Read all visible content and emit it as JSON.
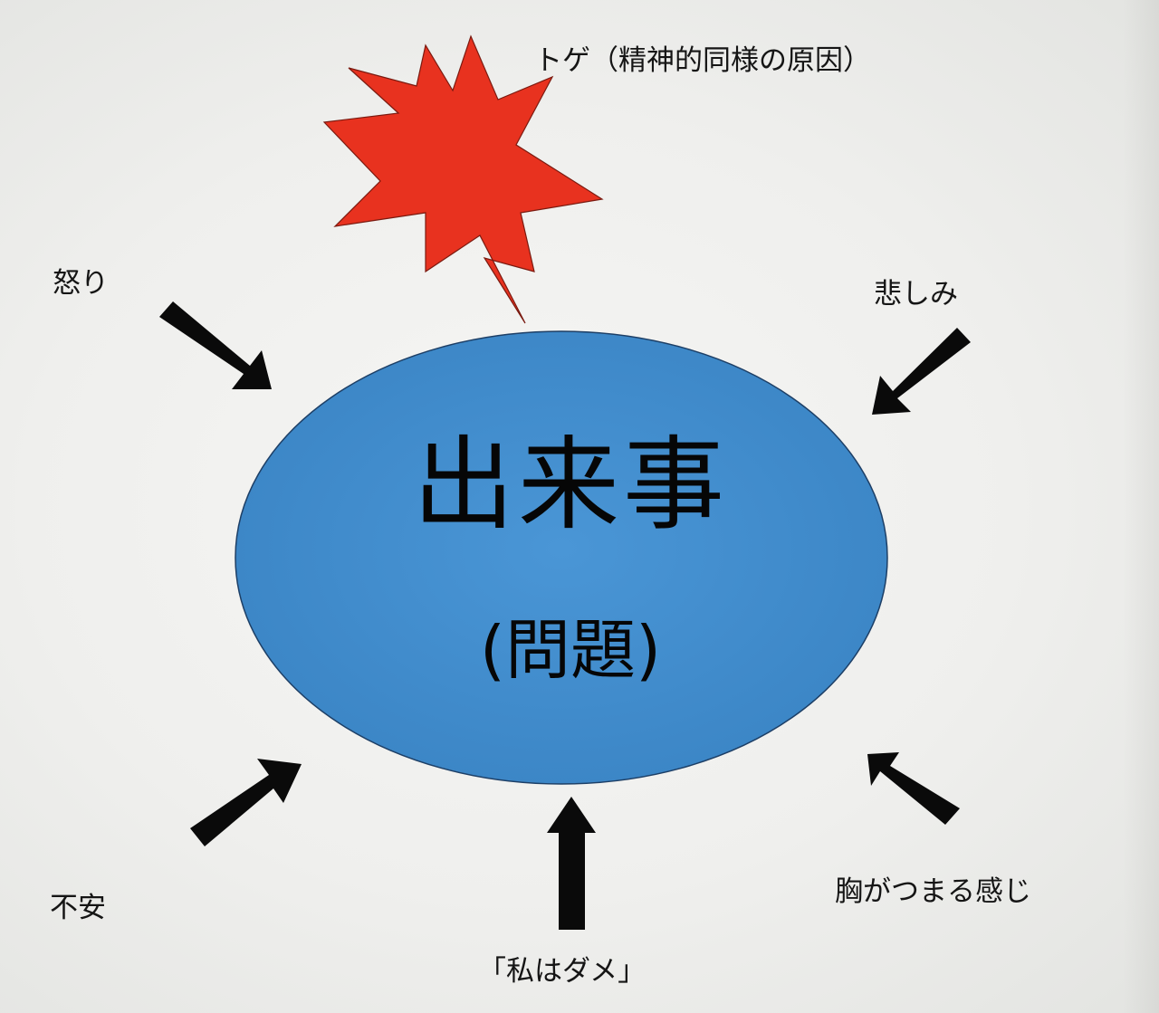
{
  "diagram": {
    "center": {
      "title": "出来事",
      "subtitle": "(問題)",
      "fill_color": "#3f8ccc"
    },
    "thorn": {
      "label": "トゲ（精神的同様の原因）",
      "fill_color": "#e8321f"
    },
    "arrow_color": "#0a0a0a",
    "labels": {
      "anger": "怒り",
      "sadness": "悲しみ",
      "anxiety": "不安",
      "chest_tightness": "胸がつまる感じ",
      "self_blame": "「私はダメ」"
    }
  }
}
